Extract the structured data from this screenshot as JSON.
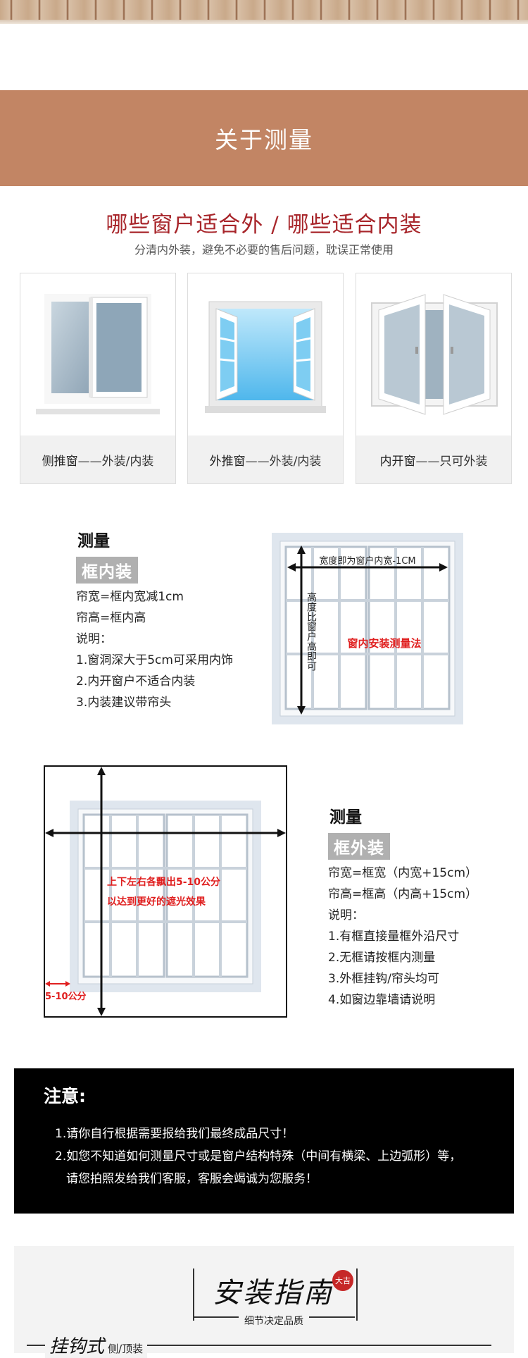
{
  "banner": {
    "title": "关于测量"
  },
  "section": {
    "heading": "哪些窗户适合外 / 哪些适合内装",
    "subtitle": "分清内外装，避免不必要的售后问题，耽误正常使用"
  },
  "window_types": [
    {
      "name": "侧推窗",
      "rule": "——外装/内装"
    },
    {
      "name": "外推窗",
      "rule": "——外装/内装"
    },
    {
      "name": "内开窗",
      "rule": "——只可外装"
    }
  ],
  "inner_mount": {
    "heading": "测量",
    "tag": "框内装",
    "lines": [
      "帘宽=框内宽减1cm",
      "帘高=框内高",
      "说明：",
      "1.窗洞深大于5cm可采用内饰",
      "2.内开窗户不适合内装",
      "3.内装建议带帘头"
    ],
    "diagram": {
      "width_label": "宽度即为窗户内宽-1CM",
      "height_label": "高度比窗户高即可",
      "method_label": "窗内安装测量法"
    }
  },
  "outer_mount": {
    "heading": "测量",
    "tag": "框外装",
    "lines": [
      "帘宽=框宽（内宽+15cm）",
      "帘高=框高（内高+15cm）",
      "说明：",
      "1.有框直接量框外沿尺寸",
      "2.无框请按框内测量",
      "3.外框挂钩/帘头均可",
      "4.如窗边靠墙请说明"
    ],
    "diagram": {
      "note_line1": "上下左右各飘出5-10公分",
      "note_line2": "以达到更好的遮光效果",
      "margin_label": "5-10公分"
    }
  },
  "notice": {
    "title": "注意:",
    "items": [
      "1.请你自行根据需要报给我们最终成品尺寸！",
      "2.如您不知道如何测量尺寸或是窗户结构特殊（中间有横梁、上边弧形）等，",
      "请您拍照发给我们客服，客服会竭诚为您服务！"
    ]
  },
  "guide": {
    "title": "安装指南",
    "stamp": "大吉",
    "subtitle": "细节决定品质",
    "type_label": "挂钩式",
    "type_note": "侧/顶装"
  },
  "colors": {
    "banner": "#c28564",
    "heading_red": "#a8262b",
    "diagram_red": "#e02020"
  }
}
